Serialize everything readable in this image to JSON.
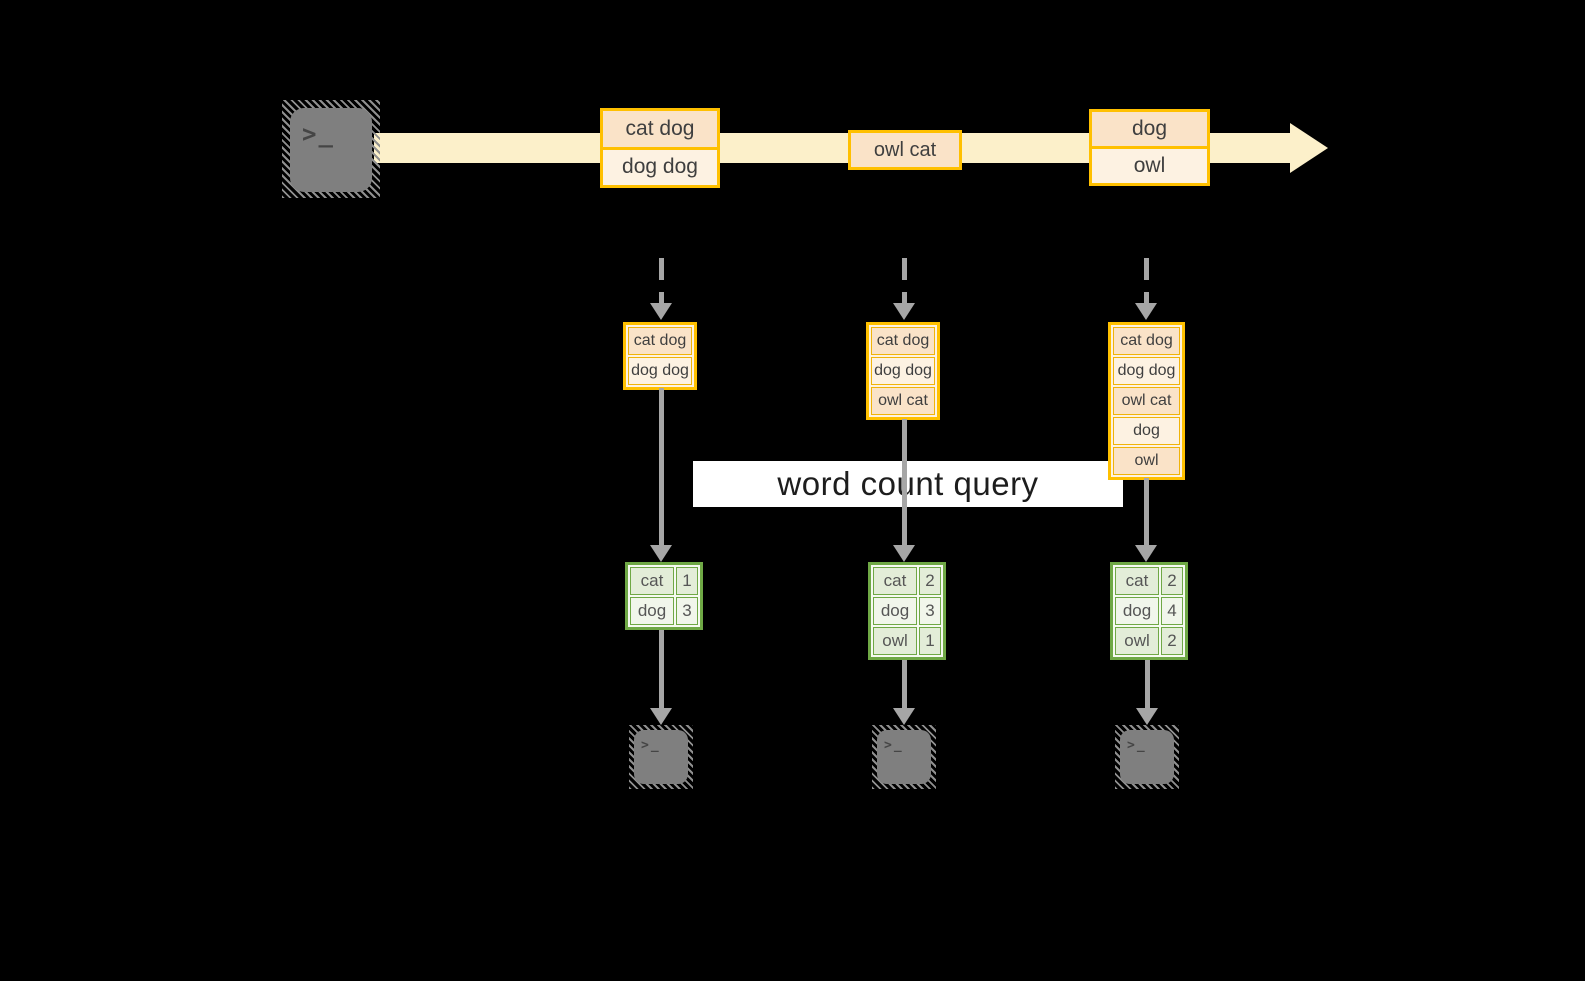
{
  "stream": {
    "source_icon": "terminal",
    "batches": [
      {
        "items": [
          "cat dog",
          "dog dog"
        ]
      },
      {
        "items": [
          "owl cat"
        ]
      },
      {
        "items": [
          "dog",
          "owl"
        ]
      }
    ]
  },
  "query_banner": {
    "label": "word count query"
  },
  "columns": [
    {
      "window_items": [
        "cat dog",
        "dog dog"
      ],
      "counts": [
        {
          "word": "cat",
          "count": "1"
        },
        {
          "word": "dog",
          "count": "3"
        }
      ]
    },
    {
      "window_items": [
        "cat dog",
        "dog dog",
        "owl cat"
      ],
      "counts": [
        {
          "word": "cat",
          "count": "2"
        },
        {
          "word": "dog",
          "count": "3"
        },
        {
          "word": "owl",
          "count": "1"
        }
      ]
    },
    {
      "window_items": [
        "cat dog",
        "dog dog",
        "owl cat",
        "dog",
        "owl"
      ],
      "counts": [
        {
          "word": "cat",
          "count": "2"
        },
        {
          "word": "dog",
          "count": "4"
        },
        {
          "word": "owl",
          "count": "2"
        }
      ]
    }
  ],
  "icons": {
    "terminal_prompt": ">_"
  },
  "colors": {
    "background": "#000000",
    "stream_band": "#FCF0CA",
    "box_border": "#FFC000",
    "box_fill_dark": "#FAE3C8",
    "box_fill_light": "#FDF2E2",
    "table_border": "#6FA845",
    "table_fill_dark": "#E3EDD8",
    "table_fill_light": "#F1F6EB",
    "arrow": "#A6A6A6",
    "terminal_fill": "#7F7F7F",
    "banner_bg": "#FFFFFF"
  }
}
